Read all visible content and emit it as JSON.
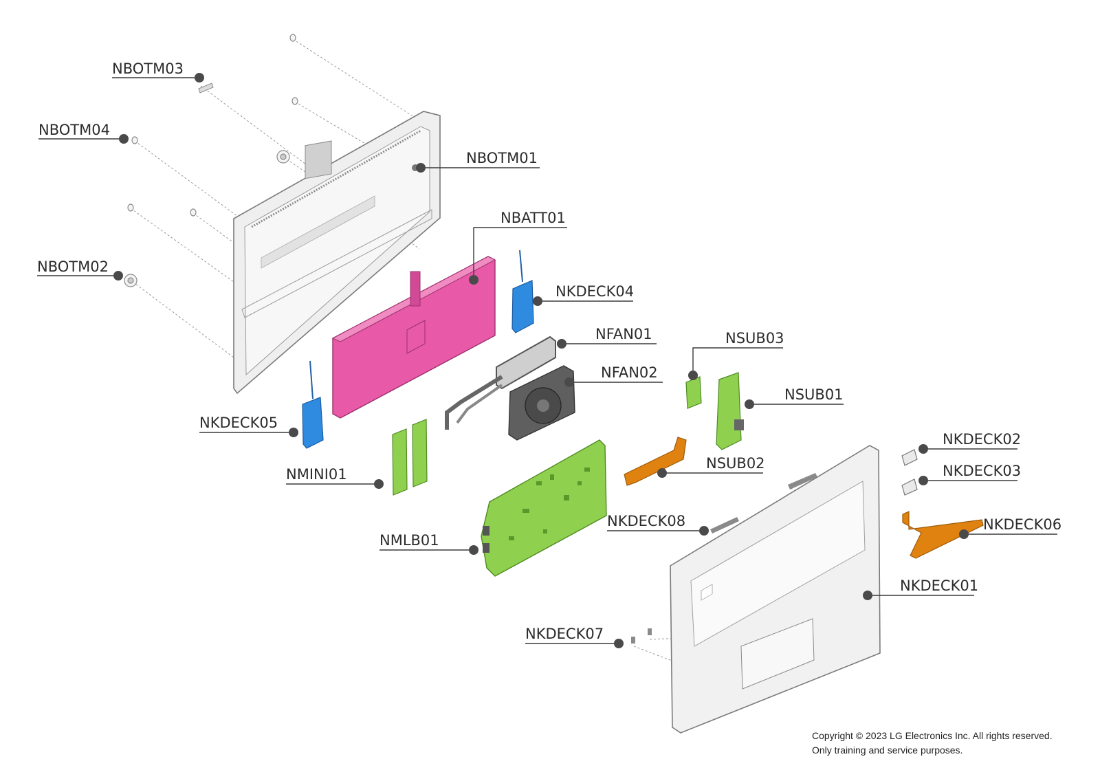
{
  "labels": {
    "nbotm03": "NBOTM03",
    "nbotm04": "NBOTM04",
    "nbotm01": "NBOTM01",
    "nbotm02": "NBOTM02",
    "nbatt01": "NBATT01",
    "nkdeck04": "NKDECK04",
    "nfan01": "NFAN01",
    "nsub03": "NSUB03",
    "nfan02": "NFAN02",
    "nsub01": "NSUB01",
    "nkdeck05": "NKDECK05",
    "nkdeck02": "NKDECK02",
    "nsub02": "NSUB02",
    "nkdeck03": "NKDECK03",
    "nmini01": "NMINI01",
    "nkdeck08": "NKDECK08",
    "nkdeck06": "NKDECK06",
    "nmlb01": "NMLB01",
    "nkdeck01": "NKDECK01",
    "nkdeck07": "NKDECK07"
  },
  "copyright": {
    "line1": "Copyright © 2023 LG Electronics Inc. All rights reserved.",
    "line2": "Only training and service purposes."
  },
  "colors": {
    "battery": "#e85aa8",
    "speaker": "#2f8be0",
    "pcb": "#8fd14f",
    "fpc": "#e0820f",
    "fan": "#5a5a5a",
    "chassis": "#e8e8e8",
    "outline": "#7a7a7a"
  }
}
